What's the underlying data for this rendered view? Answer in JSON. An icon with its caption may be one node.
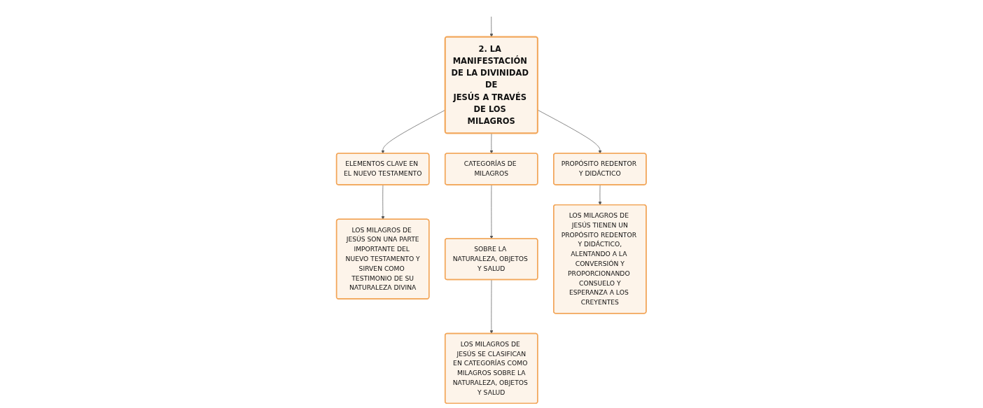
{
  "diagram": {
    "nodes": [
      {
        "text": [
          "2. LA MANIFESTACIÓN DE LA DIVINIDAD DE JESÚS A TRAVÉS DE LOS MILAGROS"
        ]
      },
      {
        "text": [
          "ELEMENTOS CLAVE EN EL NUEVO TESTAMENTO"
        ]
      },
      {
        "text": [
          "CATEGORÍAS DE MILAGROS"
        ]
      },
      {
        "text": [
          "PROPÓSITO REDENTOR Y DIDÁCTICO"
        ]
      },
      {
        "text": [
          "LOS MILAGROS DE JESÚS SON UNA PARTE IMPORTANTE DEL NUEVO TESTAMENTO Y SIRVEN COMO TESTIMONIO DE SU NATURALEZA DIVINA"
        ]
      },
      {
        "text": [
          "SOBRE LA NATURALEZA, OBJETOS Y SALUD"
        ]
      },
      {
        "text": [
          "LOS MILAGROS DE JESÚS SE CLASIFICAN EN CATEGORÍAS COMO MILAGROS SOBRE LA NATURALEZA, OBJETOS Y SALUD"
        ]
      },
      {
        "text": [
          "LOS MILAGROS DE JESÚS TIENEN UN PROPÓSITO REDENTOR Y DIDÁCTICO, ALENTANDO A LA CONVERSIÓN Y PROPORCIONANDO CONSUELO Y ESPERANZA A LOS CREYENTES"
        ]
      }
    ],
    "edges": [
      {
        "from": null,
        "to": 0,
        "arrow": "to"
      },
      {
        "from": 0,
        "to": 1,
        "arrow": "to"
      },
      {
        "from": 0,
        "to": 2,
        "arrow": "to"
      },
      {
        "from": 0,
        "to": 3,
        "arrow": "to"
      },
      {
        "from": 1,
        "to": 4,
        "arrow": "to"
      },
      {
        "from": 2,
        "to": 5,
        "arrow": "to"
      },
      {
        "from": 5,
        "to": 6,
        "arrow": "to"
      },
      {
        "from": 3,
        "to": 7,
        "arrow": "to"
      }
    ]
  }
}
